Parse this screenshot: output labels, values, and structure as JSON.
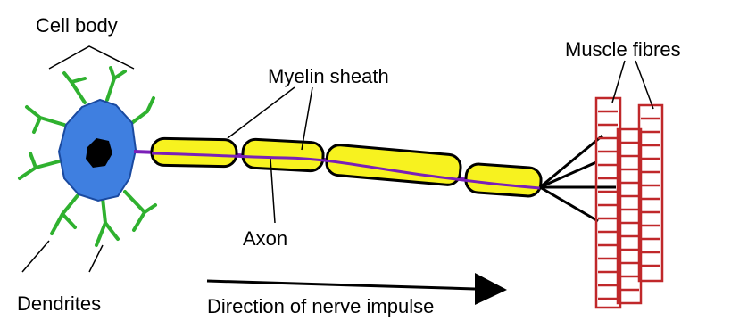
{
  "labels": {
    "cell_body": "Cell body",
    "myelin_sheath": "Myelin sheath",
    "muscle_fibres": "Muscle fibres",
    "axon": "Axon",
    "dendrites": "Dendrites",
    "direction": "Direction of nerve impulse"
  },
  "colors": {
    "cell_body": "#3f7fe0",
    "nucleus": "#000000",
    "dendrites": "#2fb12f",
    "myelin": "#f7f21f",
    "axon": "#7a1fb8",
    "muscle": "#c0282a",
    "line": "#000000"
  }
}
